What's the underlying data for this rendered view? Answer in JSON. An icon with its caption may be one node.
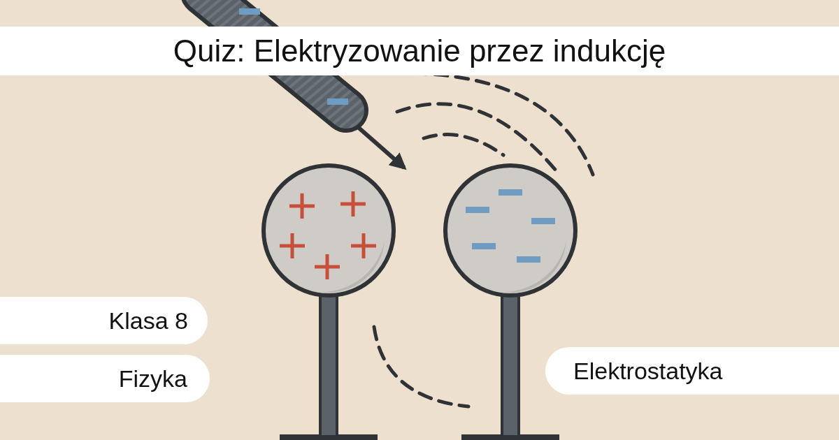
{
  "diagram": {
    "title": "Quiz: Elektryzowanie przez indukcję",
    "labels": [
      "Klasa 8",
      "Fizyka",
      "Elektrostatyka"
    ]
  }
}
